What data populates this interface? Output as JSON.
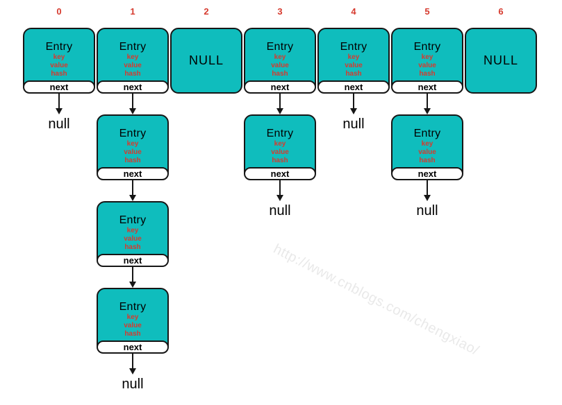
{
  "diagram": {
    "description": "HashMap bucket array with Entry linked-list chains"
  },
  "colors": {
    "box_fill": "#0fbdbd",
    "box_border": "#161616",
    "accent_red": "#d63a2e",
    "watermark_gray": "#e9e9e9"
  },
  "node_labels": {
    "entry_title": "Entry",
    "fields": [
      "key",
      "value",
      "hash"
    ],
    "next_label": "next",
    "null_box_label": "NULL",
    "null_terminal_label": "null"
  },
  "buckets": [
    {
      "index": "0",
      "kind": "chain",
      "entry_count": 1
    },
    {
      "index": "1",
      "kind": "chain",
      "entry_count": 4
    },
    {
      "index": "2",
      "kind": "empty"
    },
    {
      "index": "3",
      "kind": "chain",
      "entry_count": 2
    },
    {
      "index": "4",
      "kind": "chain",
      "entry_count": 1
    },
    {
      "index": "5",
      "kind": "chain",
      "entry_count": 2
    },
    {
      "index": "6",
      "kind": "empty"
    }
  ],
  "watermark": {
    "text": "http://www.cnblogs.com/chengxiao/"
  }
}
